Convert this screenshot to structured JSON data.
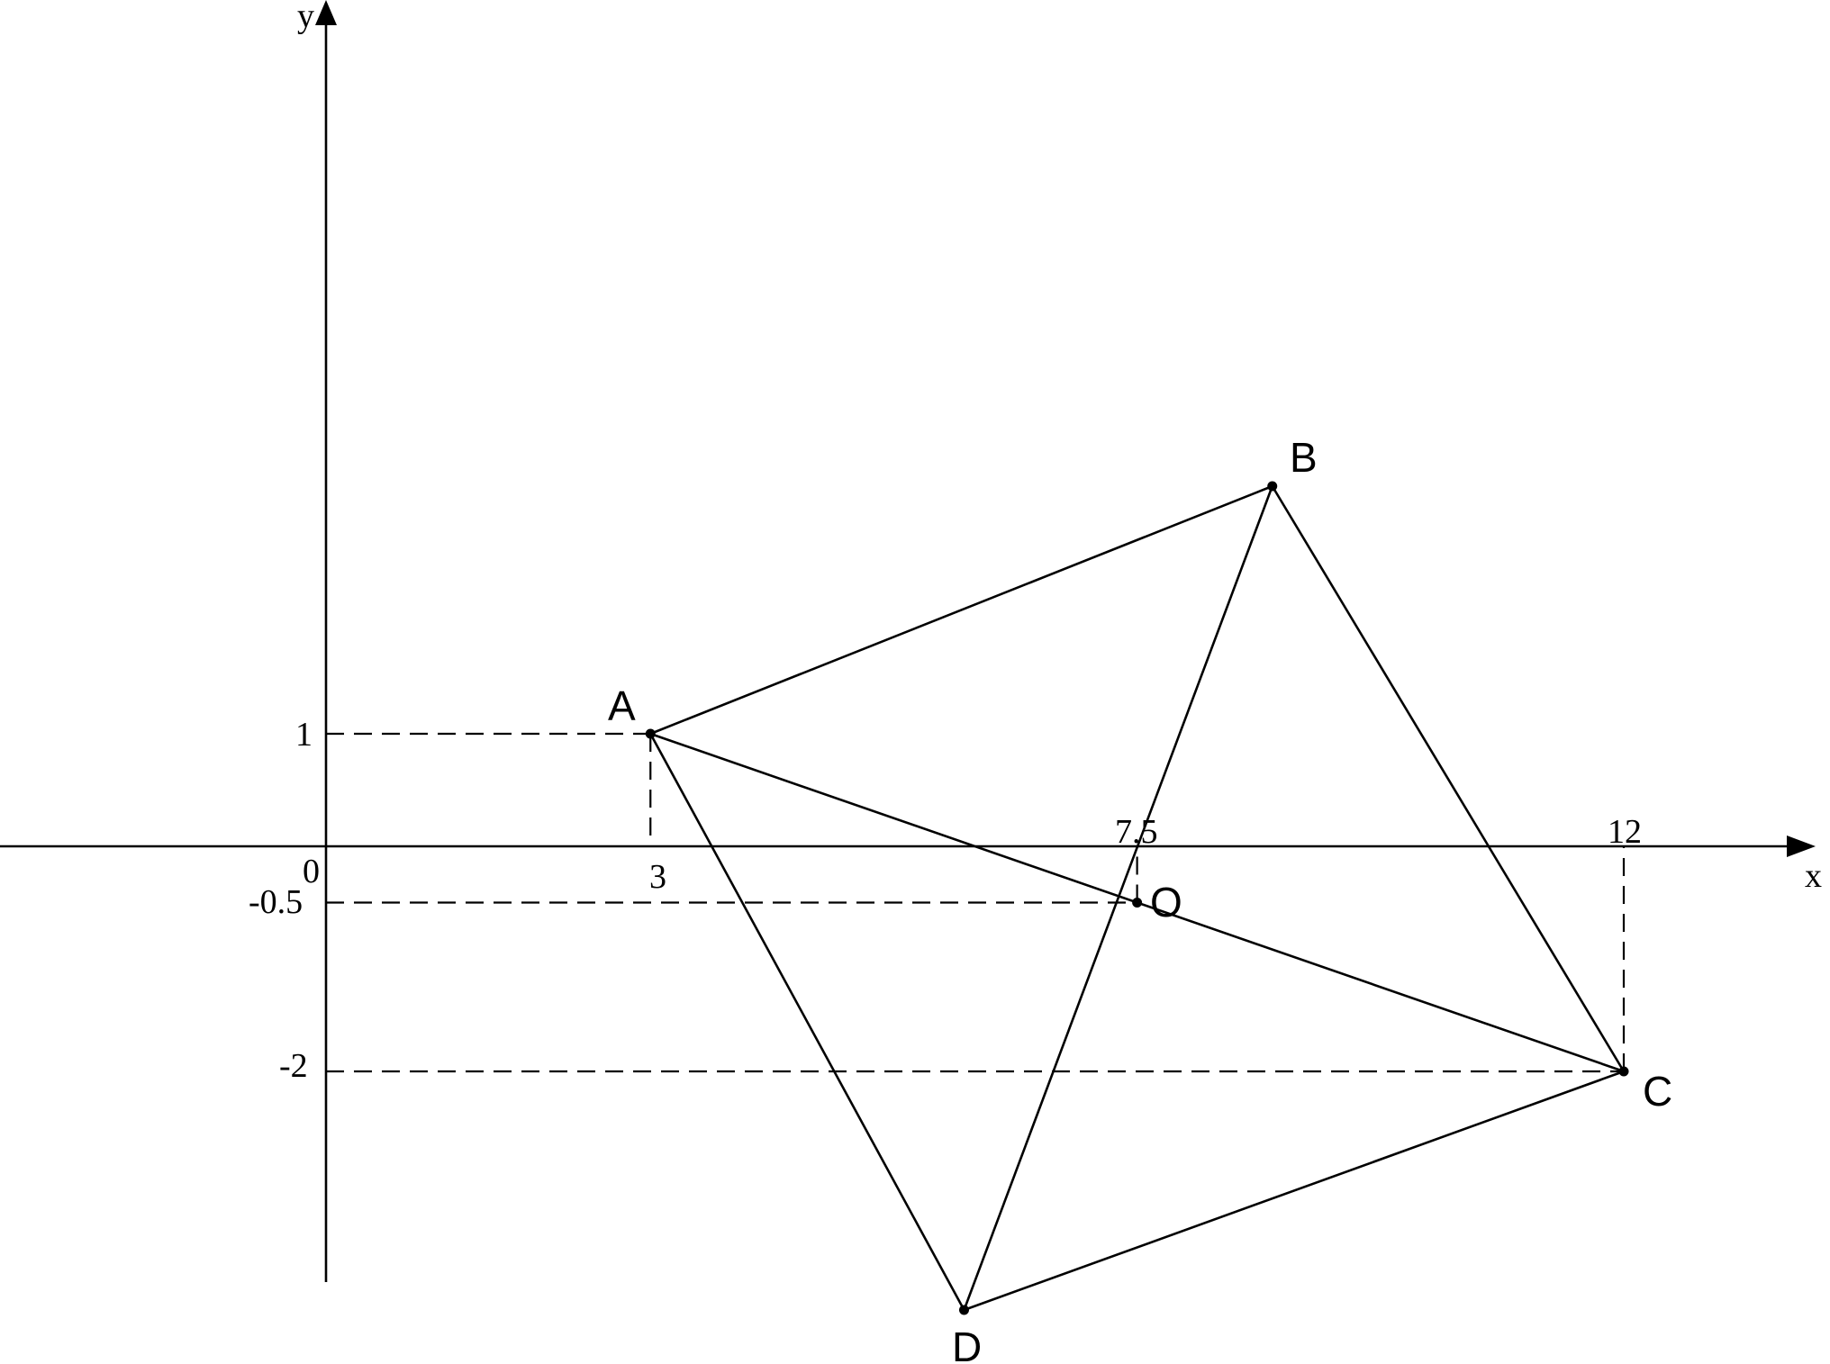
{
  "axes": {
    "x_label": "x",
    "y_label": "y",
    "origin_label": "0"
  },
  "ticks": {
    "x": [
      {
        "value": 3,
        "label": "3"
      },
      {
        "value": 7.5,
        "label": "7.5"
      },
      {
        "value": 12,
        "label": "12"
      }
    ],
    "y": [
      {
        "value": 1,
        "label": "1"
      },
      {
        "value": -0.5,
        "label": "-0.5"
      },
      {
        "value": -2,
        "label": "-2"
      }
    ]
  },
  "points": [
    {
      "id": "A",
      "label": "A",
      "x": 3,
      "y": 1
    },
    {
      "id": "B",
      "label": "B",
      "x": 8.75,
      "y": 3.2
    },
    {
      "id": "C",
      "label": "C",
      "x": 12,
      "y": -2
    },
    {
      "id": "D",
      "label": "D",
      "x": 5.9,
      "y": -4.12
    },
    {
      "id": "O",
      "label": "O",
      "x": 7.5,
      "y": -0.5
    }
  ],
  "segments": [
    [
      "A",
      "B"
    ],
    [
      "B",
      "C"
    ],
    [
      "C",
      "D"
    ],
    [
      "D",
      "A"
    ],
    [
      "A",
      "C"
    ],
    [
      "B",
      "D"
    ]
  ],
  "guides": [
    {
      "from": [
        0,
        1
      ],
      "to": [
        3,
        1
      ]
    },
    {
      "from": [
        3,
        1
      ],
      "to": [
        3,
        0
      ]
    },
    {
      "from": [
        0,
        -0.5
      ],
      "to": [
        7.5,
        -0.5
      ]
    },
    {
      "from": [
        7.5,
        -0.5
      ],
      "to": [
        7.5,
        0
      ]
    },
    {
      "from": [
        0,
        -2
      ],
      "to": [
        12,
        -2
      ]
    },
    {
      "from": [
        12,
        -2
      ],
      "to": [
        12,
        0
      ]
    }
  ]
}
